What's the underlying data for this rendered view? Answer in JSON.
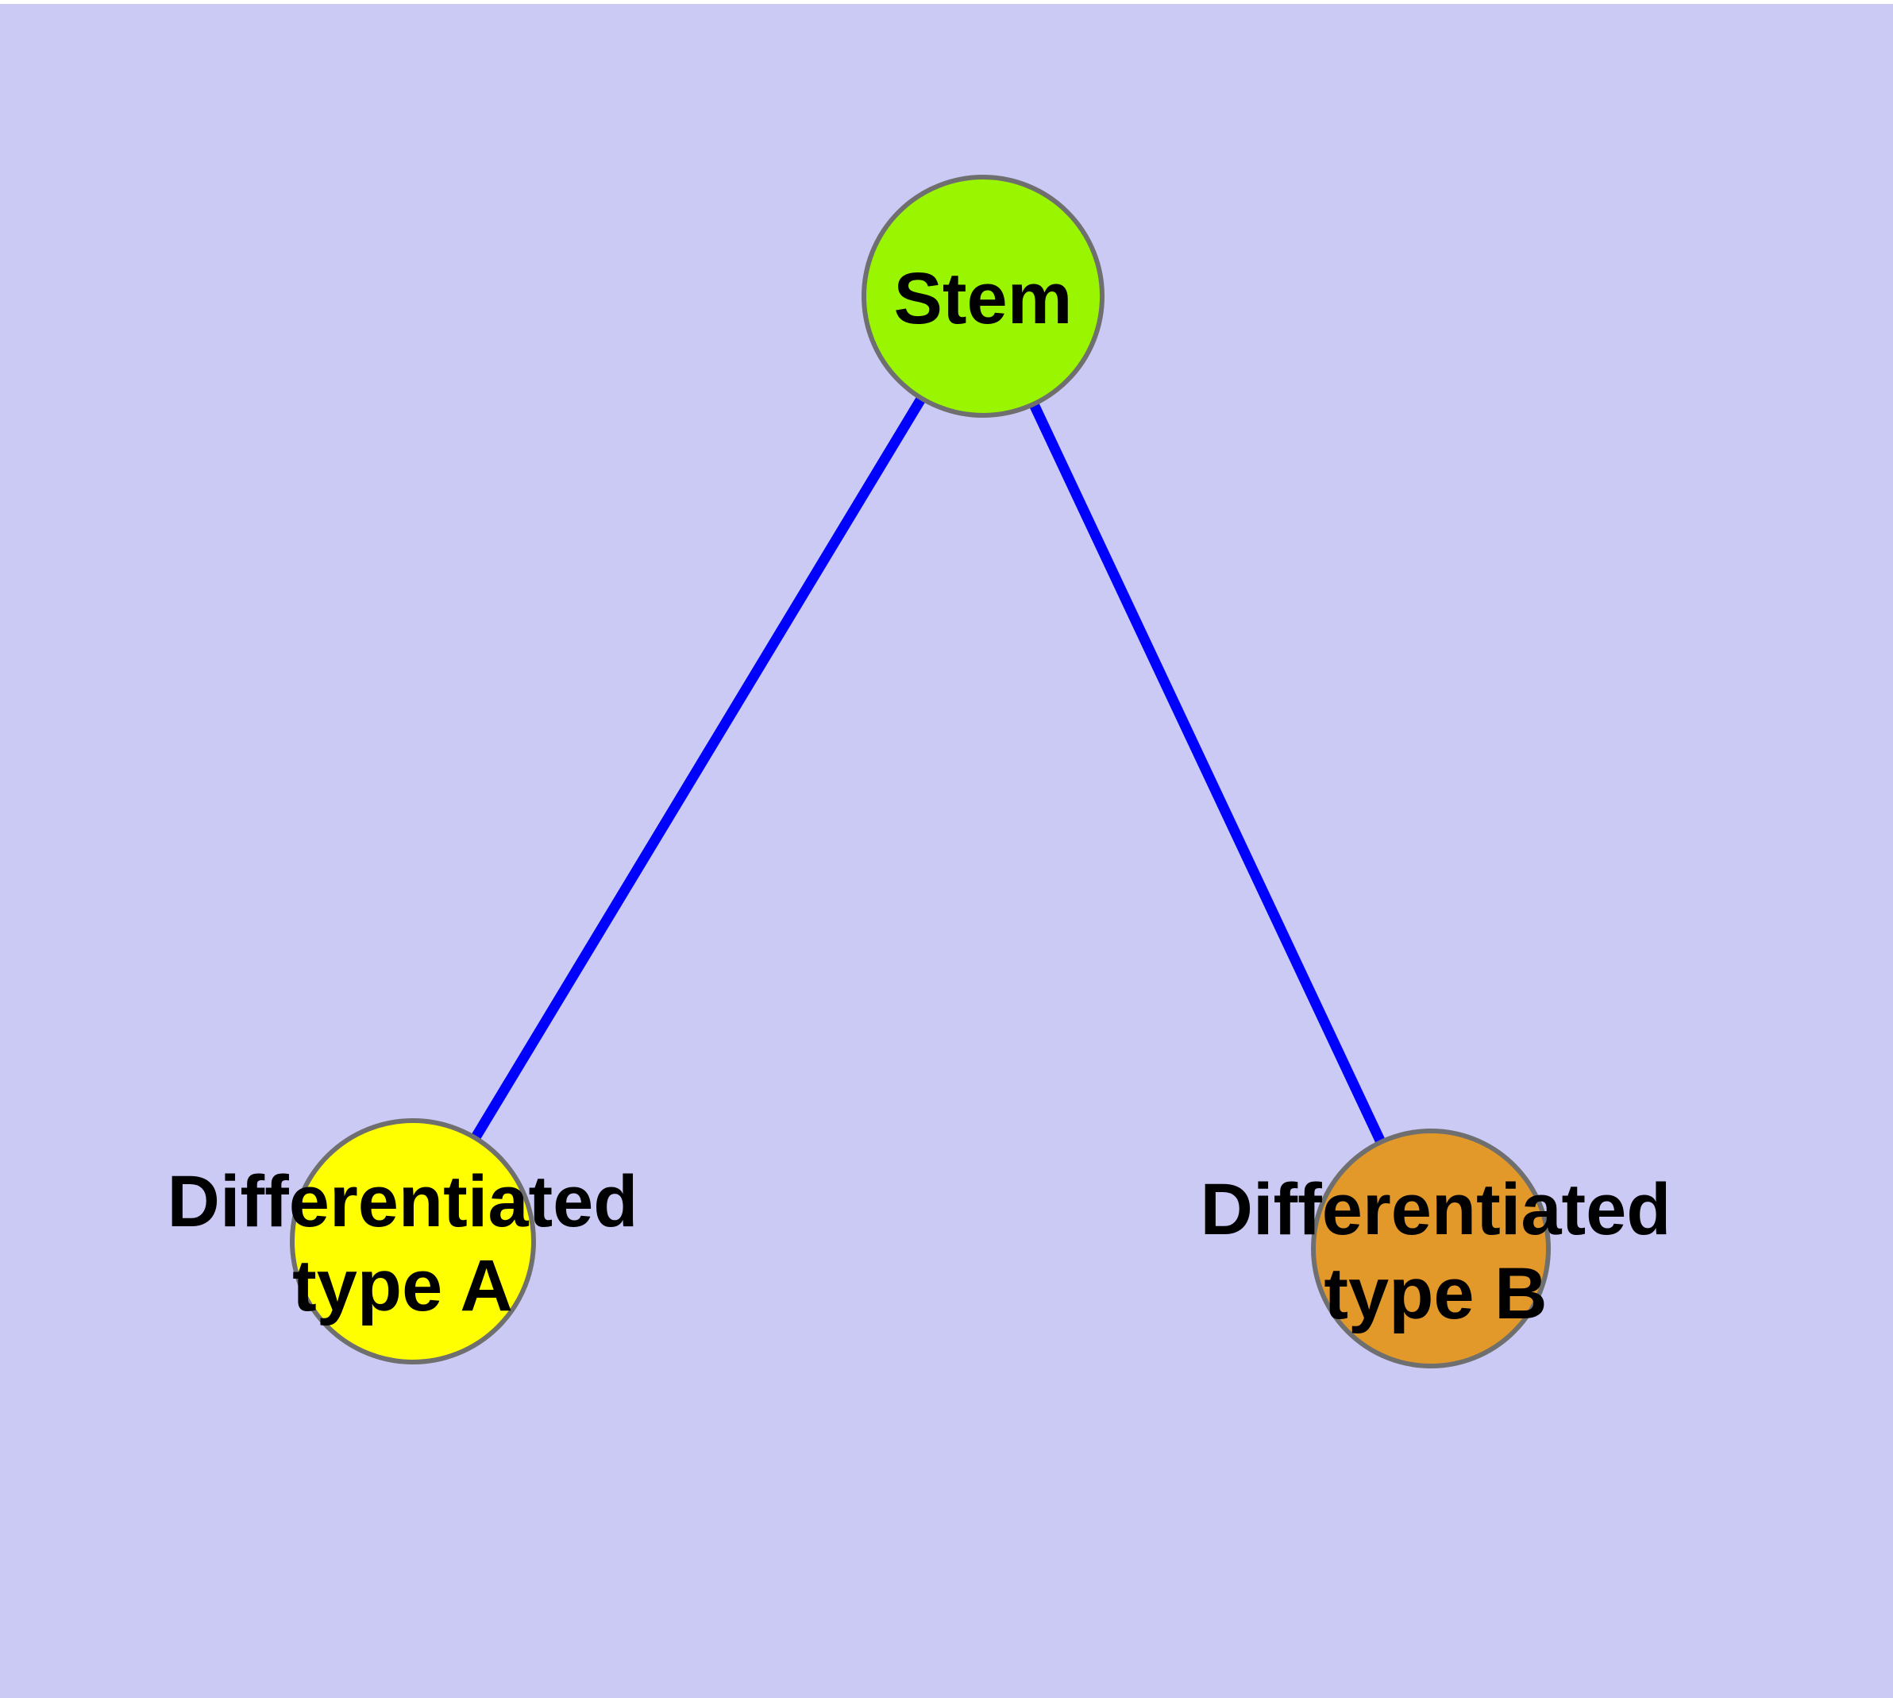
{
  "diagram": {
    "background_color": "#CACAF5",
    "edge_color": "#0000FF",
    "node_border_color": "#6F6F6F",
    "nodes": [
      {
        "id": "stem",
        "label": "Stem",
        "color": "#99F500"
      },
      {
        "id": "type-a",
        "label": "Differentiated\ntype A",
        "color": "#FFFF00"
      },
      {
        "id": "type-b",
        "label": "Differentiated\ntype B",
        "color": "#E2992A"
      }
    ],
    "edges": [
      {
        "from": "Stem",
        "to": "Differentiated type A"
      },
      {
        "from": "Stem",
        "to": "Differentiated type B"
      }
    ]
  }
}
